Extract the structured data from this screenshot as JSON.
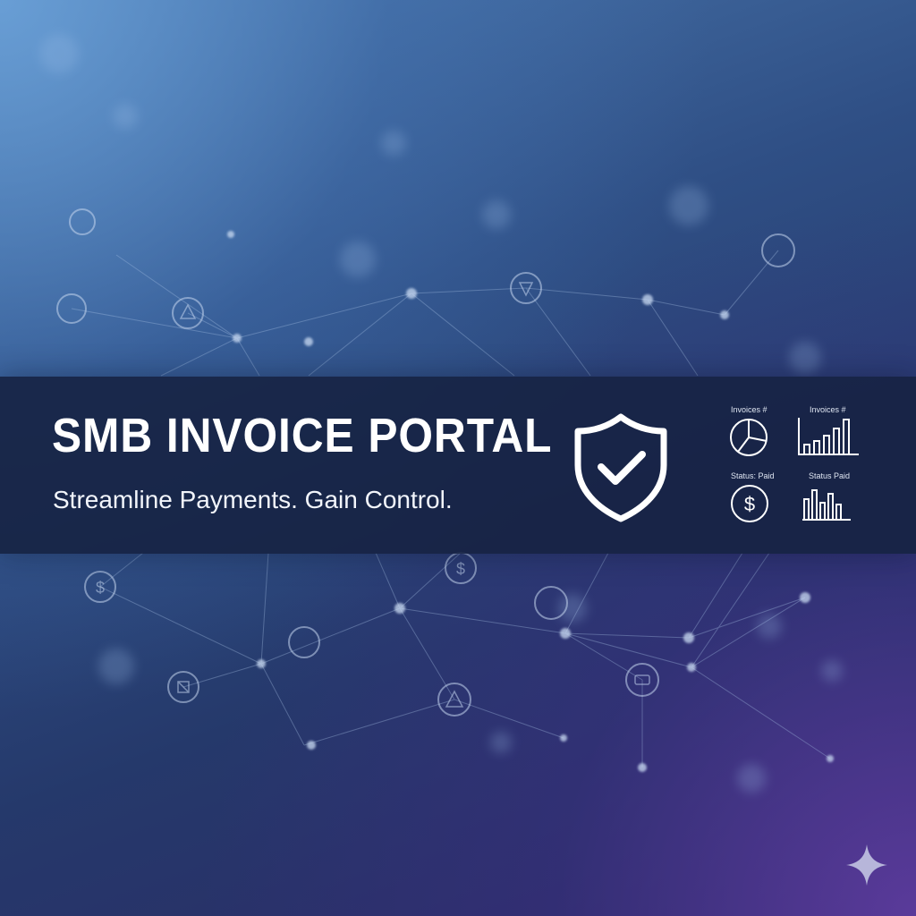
{
  "banner": {
    "title": "SMB INVOICE PORTAL",
    "tagline": "Streamline Payments. Gain Control."
  },
  "stats": [
    {
      "label": "Invoices #",
      "icon": "pie-chart-icon"
    },
    {
      "label": "Invoices #",
      "icon": "bar-chart-icon"
    },
    {
      "label": "Status: Paid",
      "icon": "dollar-circle-icon"
    },
    {
      "label": "Status Paid",
      "icon": "bar-chart-icon"
    }
  ],
  "icons": {
    "banner_icon": "shield-check-icon",
    "corner_icon": "sparkle-icon"
  },
  "colors": {
    "banner_bg": "#162242",
    "text": "#ffffff",
    "gradient_top_left": "#6ea5dc",
    "gradient_bottom_right": "#5f3ca0"
  }
}
